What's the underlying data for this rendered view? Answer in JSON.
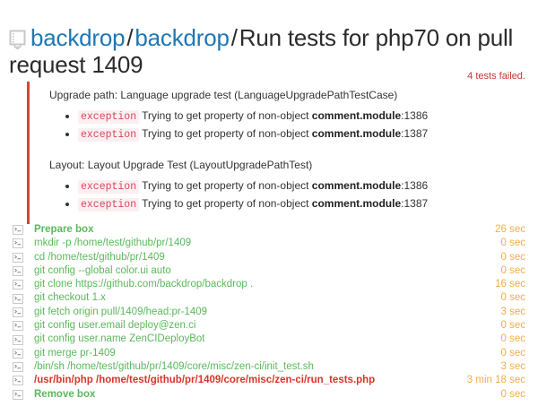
{
  "header": {
    "icon": "repo-book-icon",
    "owner": "backdrop",
    "repo": "backdrop",
    "separator": "/",
    "job_title": "Run tests for php70 on pull request 1409",
    "link_color": "#1f77b4"
  },
  "status": {
    "tests_failed_note": "4 tests failed.",
    "note_color": "#c9342e"
  },
  "failures": {
    "border_color": "#d9433b",
    "groups": [
      {
        "title": "Upgrade path: Language upgrade test (LanguageUpgradePathTestCase)",
        "items": [
          {
            "tag": "exception",
            "message": "Trying to get property of non-object",
            "file": "comment.module",
            "line": ":1386"
          },
          {
            "tag": "exception",
            "message": "Trying to get property of non-object",
            "file": "comment.module",
            "line": ":1387"
          }
        ]
      },
      {
        "title": "Layout: Layout Upgrade Test (LayoutUpgradePathTest)",
        "items": [
          {
            "tag": "exception",
            "message": "Trying to get property of non-object",
            "file": "comment.module",
            "line": ":1386"
          },
          {
            "tag": "exception",
            "message": "Trying to get property of non-object",
            "file": "comment.module",
            "line": ":1387"
          }
        ]
      }
    ]
  },
  "command_log": {
    "icon": "terminal-icon",
    "ok_color": "#5cb85c",
    "error_color": "#d9342b",
    "duration_color": "#f0ad4e",
    "rows": [
      {
        "command": "Prepare box",
        "duration": "26 sec",
        "style": "bold"
      },
      {
        "command": "mkdir -p /home/test/github/pr/1409",
        "duration": "0 sec",
        "style": "normal"
      },
      {
        "command": "cd /home/test/github/pr/1409",
        "duration": "0 sec",
        "style": "normal"
      },
      {
        "command": "git config --global color.ui auto",
        "duration": "0 sec",
        "style": "normal"
      },
      {
        "command": "git clone https://github.com/backdrop/backdrop .",
        "duration": "16 sec",
        "style": "normal"
      },
      {
        "command": "git checkout 1.x",
        "duration": "0 sec",
        "style": "normal"
      },
      {
        "command": "git fetch origin pull/1409/head:pr-1409",
        "duration": "3 sec",
        "style": "normal"
      },
      {
        "command": "git config user.email deploy@zen.ci",
        "duration": "0 sec",
        "style": "normal"
      },
      {
        "command": "git config user.name ZenCIDeployBot",
        "duration": "0 sec",
        "style": "normal"
      },
      {
        "command": "git merge pr-1409",
        "duration": "0 sec",
        "style": "normal"
      },
      {
        "command": "/bin/sh /home/test/github/pr/1409/core/misc/zen-ci/init_test.sh",
        "duration": "3 sec",
        "style": "normal"
      },
      {
        "command": "/usr/bin/php /home/test/github/pr/1409/core/misc/zen-ci/run_tests.php",
        "duration": "3 min 18 sec",
        "style": "error"
      },
      {
        "command": "Remove box",
        "duration": "0 sec",
        "style": "bold"
      }
    ]
  }
}
